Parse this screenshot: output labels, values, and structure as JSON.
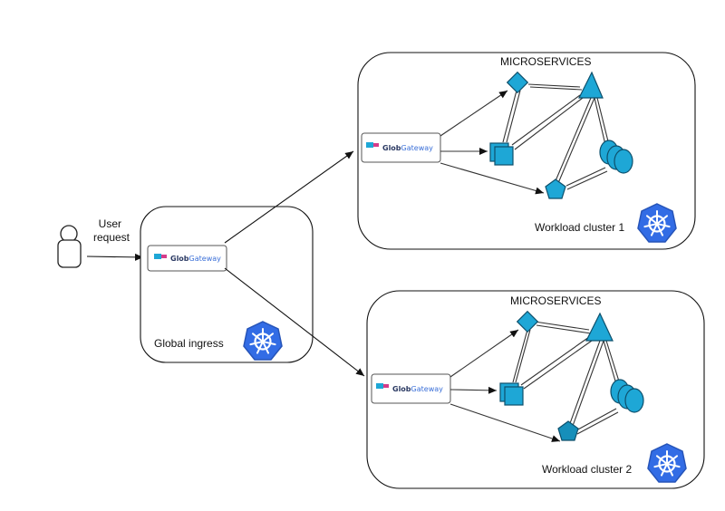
{
  "user": {
    "label_line1": "User",
    "label_line2": "request"
  },
  "global_ingress": {
    "label": "Global ingress",
    "gateway": {
      "brand": "Glob",
      "product": "Gateway"
    }
  },
  "clusters": [
    {
      "title": "MICROSERVICES",
      "label": "Workload cluster 1",
      "gateway": {
        "brand": "Glob",
        "product": "Gateway"
      }
    },
    {
      "title": "MICROSERVICES",
      "label": "Workload cluster 2",
      "gateway": {
        "brand": "Glob",
        "product": "Gateway"
      }
    }
  ],
  "colors": {
    "service": "#1ea7d6",
    "service_dark": "#127aa3",
    "k8s": "#326ce5",
    "stroke": "#111111"
  },
  "icons": {
    "user": "user-icon",
    "kubernetes": "kubernetes-icon"
  }
}
